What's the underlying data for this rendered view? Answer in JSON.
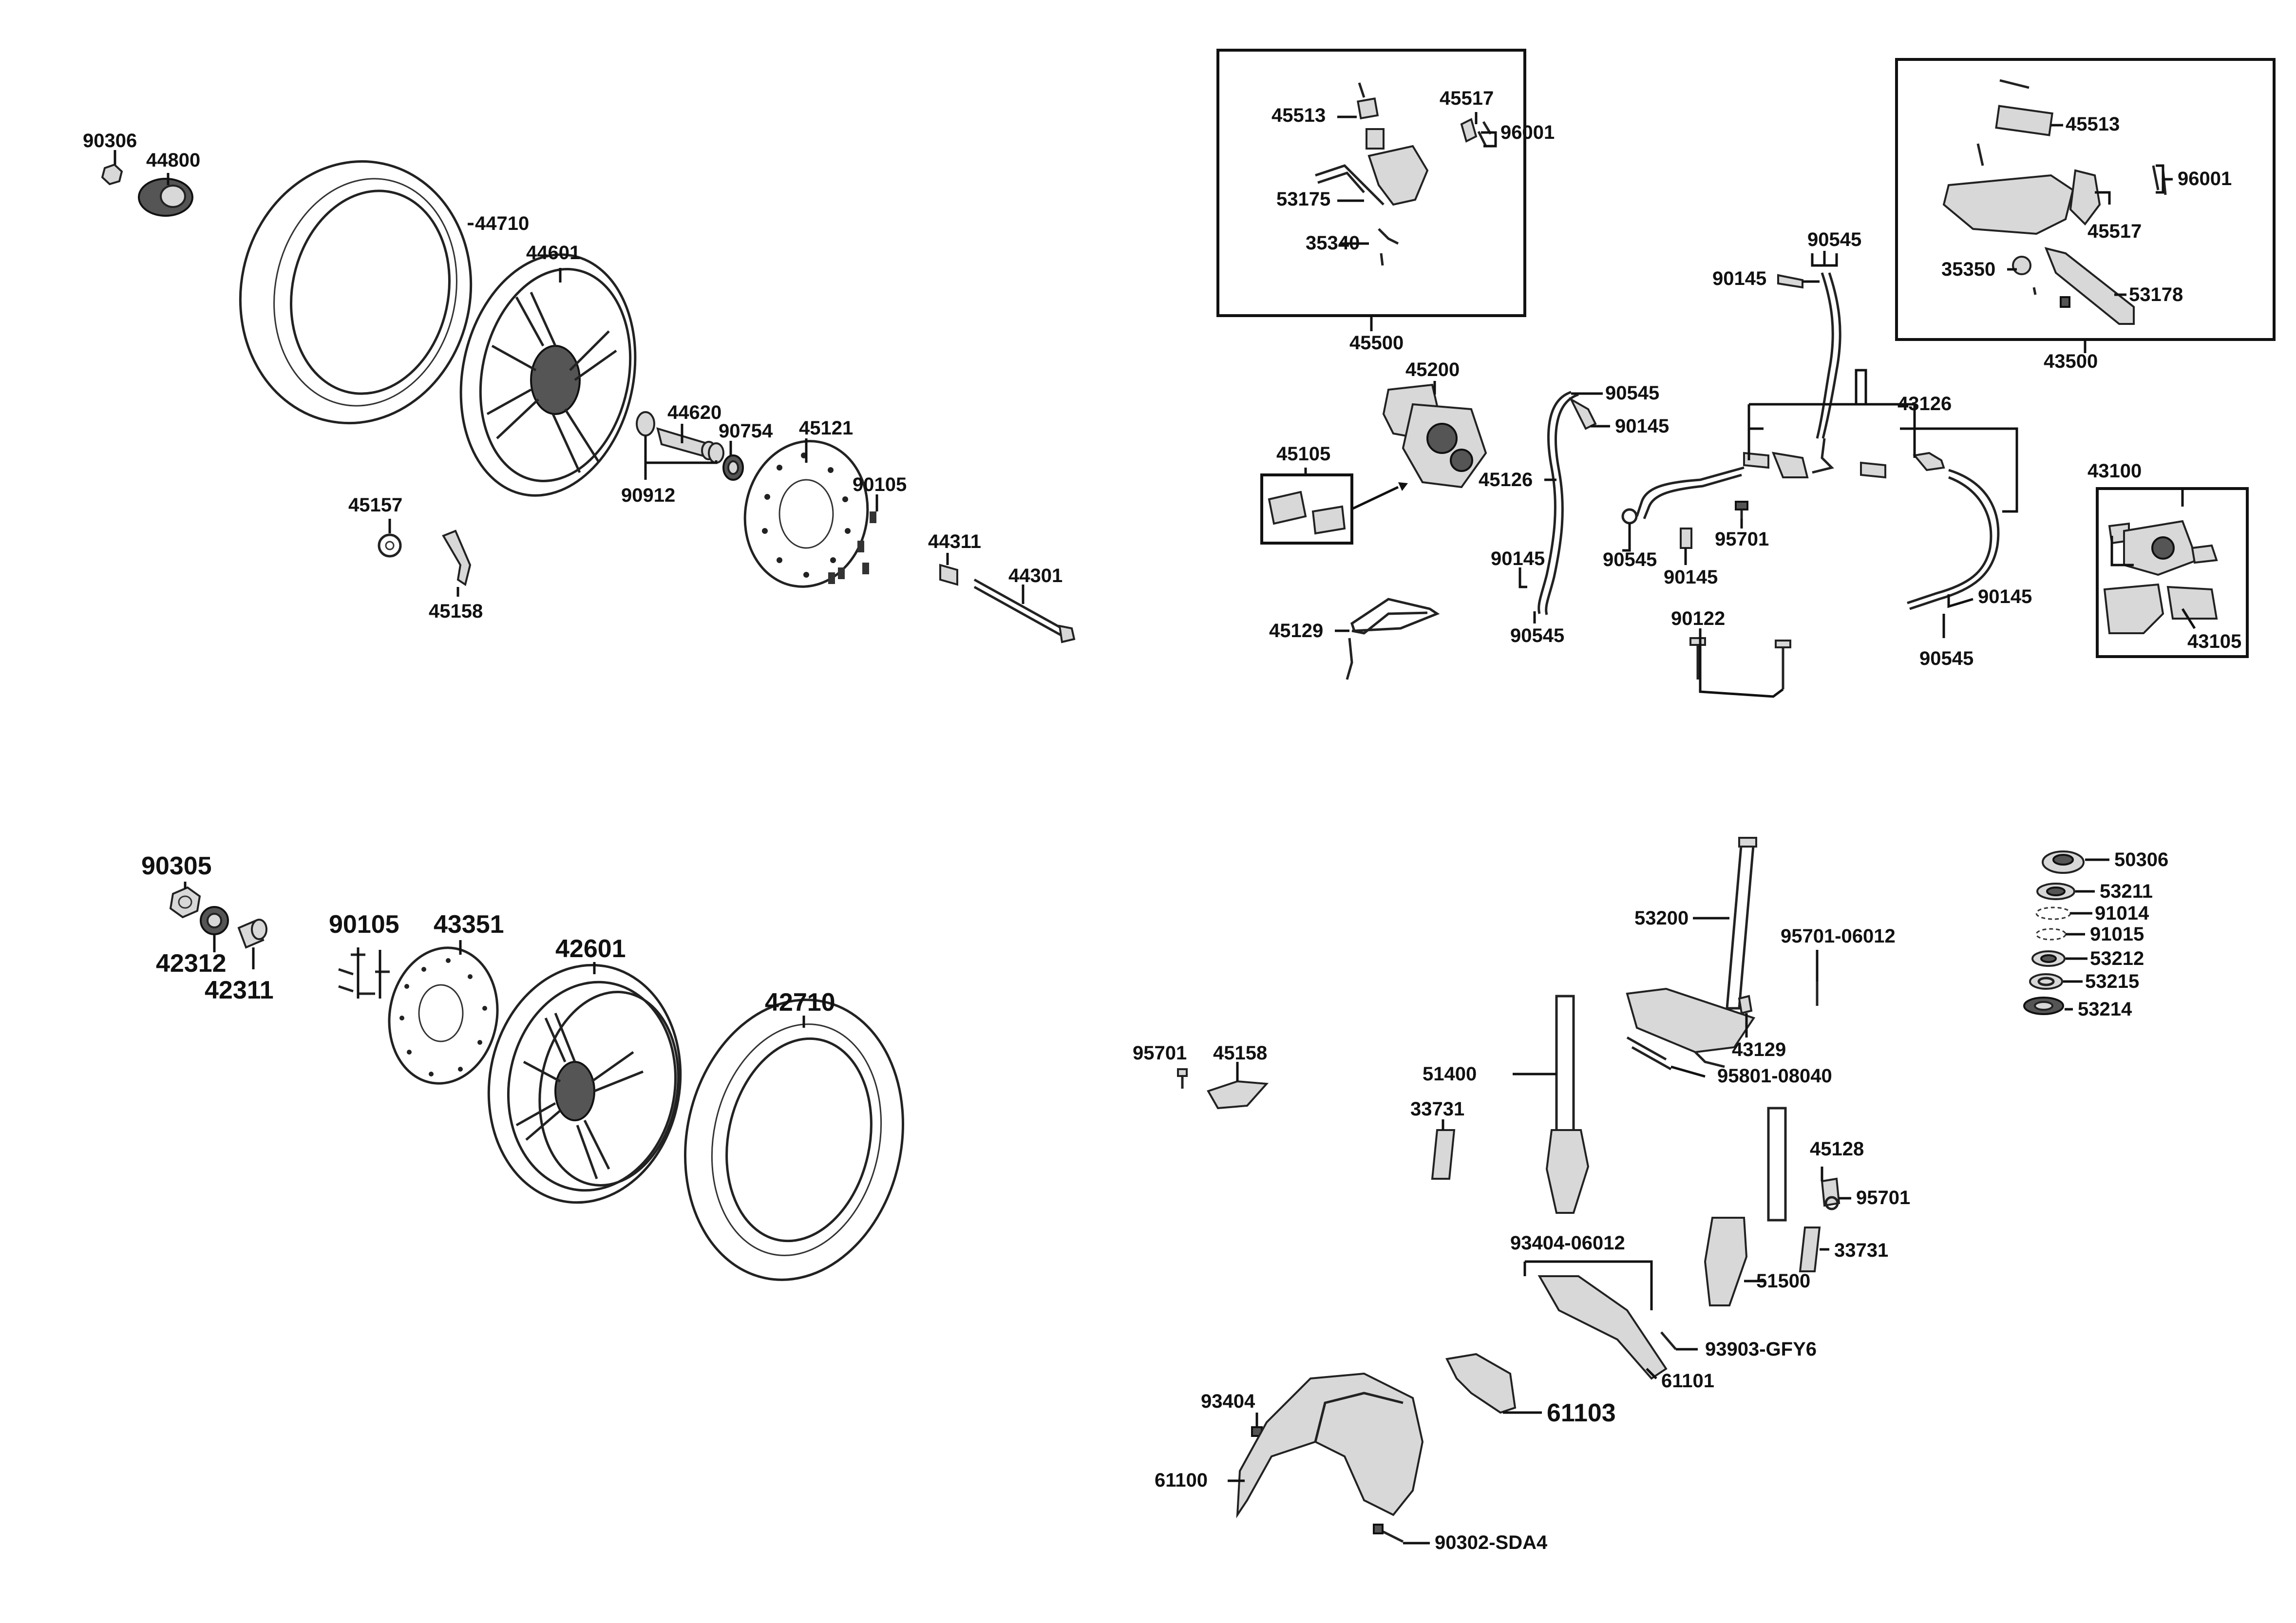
{
  "diagram": {
    "front_wheel_group": [
      "90306",
      "44800",
      "44710",
      "44601",
      "44620",
      "90754",
      "45121",
      "90912",
      "90105",
      "45157",
      "45158",
      "44311",
      "44301"
    ],
    "front_brake_group": {
      "master_cylinder_right": {
        "kit": "45500",
        "parts": [
          "45513",
          "45517",
          "96001",
          "53175",
          "35340"
        ]
      },
      "master_cylinder_left": {
        "kit": "43500",
        "parts": [
          "45513",
          "96001",
          "45517",
          "35350",
          "53178"
        ]
      },
      "caliper_front": [
        "45200",
        "45105",
        "45126",
        "45129",
        "90545",
        "90145"
      ],
      "hoses": [
        "90145",
        "90545",
        "43126",
        "95701",
        "90122"
      ],
      "caliper_rear": [
        "43100",
        "43105",
        "90145",
        "90545"
      ]
    },
    "rear_wheel_group": [
      "90305",
      "42312",
      "42311",
      "90105",
      "43351",
      "42601",
      "42710"
    ],
    "steering_group": [
      "53200",
      "95701-06012",
      "43129",
      "95801-08040",
      "95701",
      "45158",
      "51400",
      "33731",
      "45128",
      "95701",
      "33731",
      "51500",
      "93404-06012",
      "93903-GFY6",
      "61101",
      "61103",
      "93404",
      "61100",
      "90302-SDA4"
    ],
    "steering_bearings": [
      "50306",
      "53211",
      "91014",
      "91015",
      "53212",
      "53215",
      "53214"
    ]
  },
  "labels": {
    "l90306": "90306",
    "l44800": "44800",
    "l44710": "44710",
    "l44601": "44601",
    "l44620": "44620",
    "l90754": "90754",
    "l45121": "45121",
    "l90912": "90912",
    "l90105a": "90105",
    "l45157": "45157",
    "l45158a": "45158",
    "l44311": "44311",
    "l44301": "44301",
    "l45513a": "45513",
    "l45517a": "45517",
    "l96001a": "96001",
    "l53175": "53175",
    "l35340": "35340",
    "l45500": "45500",
    "l45513b": "45513",
    "l96001b": "96001",
    "l45517b": "45517",
    "l35350": "35350",
    "l53178": "53178",
    "l43500": "43500",
    "l90545a": "90545",
    "l90145a": "90145",
    "l45200": "45200",
    "l90545b": "90545",
    "l90145b": "90145",
    "l45105": "45105",
    "l45126": "45126",
    "l43126": "43126",
    "l43100": "43100",
    "l95701a": "95701",
    "l90545c": "90545",
    "l90145c": "90145",
    "l90145d": "90145",
    "l90545d": "90545",
    "l45129": "45129",
    "l90122": "90122",
    "l90145e": "90145",
    "l90545e": "90545",
    "l43105": "43105",
    "l90305": "90305",
    "l42312": "42312",
    "l42311": "42311",
    "l90105b": "90105",
    "l43351": "43351",
    "l42601": "42601",
    "l42710": "42710",
    "l53200": "53200",
    "l95701_06012": "95701-06012",
    "l43129": "43129",
    "l95801_08040": "95801-08040",
    "l95701b": "95701",
    "l45158b": "45158",
    "l51400": "51400",
    "l33731a": "33731",
    "l45128": "45128",
    "l95701c": "95701",
    "l33731b": "33731",
    "l51500": "51500",
    "l93404_06012": "93404-06012",
    "l93903": "93903-GFY6",
    "l61101": "61101",
    "l61103": "61103",
    "l93404": "93404",
    "l61100": "61100",
    "l90302": "90302-SDA4",
    "l50306": "50306",
    "l53211": "53211",
    "l91014": "91014",
    "l91015": "91015",
    "l53212": "53212",
    "l53215": "53215",
    "l53214": "53214"
  }
}
